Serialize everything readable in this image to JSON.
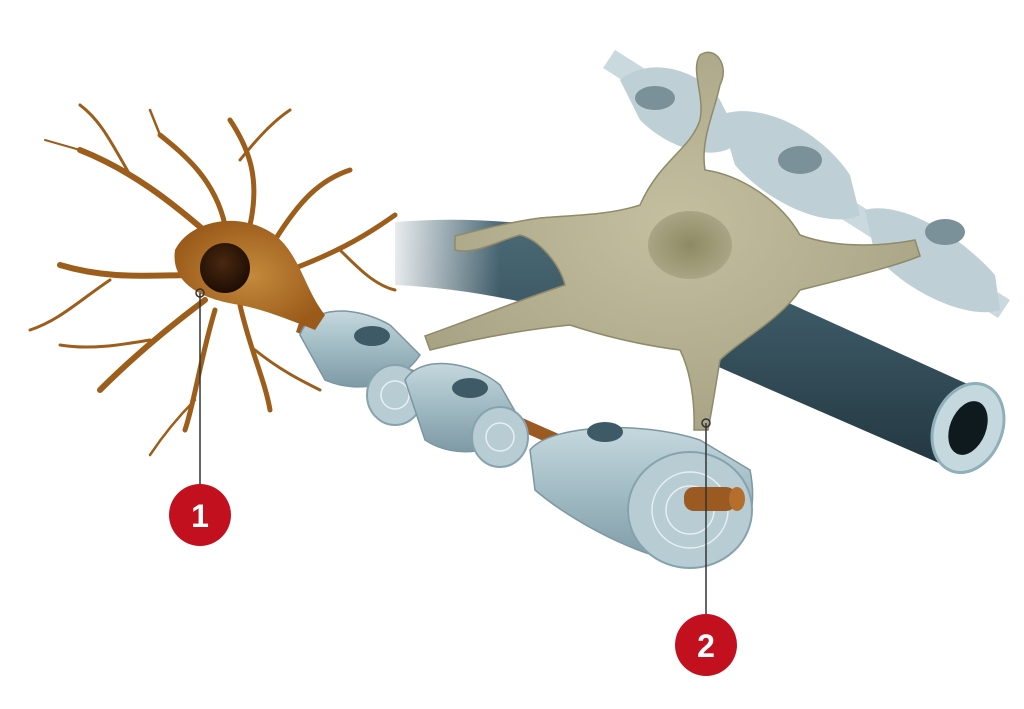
{
  "markers": [
    {
      "label": "1",
      "target": "neuron-cell-body"
    },
    {
      "label": "2",
      "target": "oligodendrocyte-cell-body"
    }
  ],
  "colors": {
    "neuron": "#a8661c",
    "neuron_nucleus": "#2e1606",
    "oligodendrocyte": "#b3af8e",
    "myelin": "#a7c2cb",
    "blood_vessel": "#3e5a66",
    "marker": "#c2101e",
    "axon": "#9a5a22"
  }
}
